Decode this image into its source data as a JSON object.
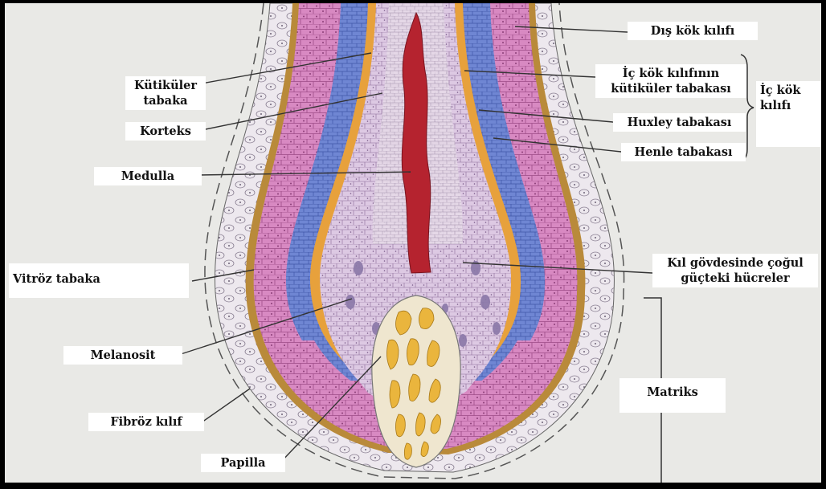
{
  "labels": {
    "dis_kok_kilifi": "Dış kök kılıfı",
    "ic_kok_kutikuler": [
      "İç kök kılıfının",
      "kütiküler tabakası"
    ],
    "ic_kok_kilifi": [
      "İç kök",
      "kılıfı"
    ],
    "huxley": "Huxley tabakası",
    "henle": "Henle tabakası",
    "kutikuler_tabaka": [
      "Kütiküler",
      "tabaka"
    ],
    "korteks": "Korteks",
    "medulla": "Medulla",
    "vitroz": "Vitröz tabaka",
    "kil_govdesi": [
      "Kıl gövdesinde çoğul",
      "güçteki hücreler"
    ],
    "melanosit": "Melanosit",
    "matriks": "Matriks",
    "fibroz": "Fibröz kılıf",
    "papilla": "Papilla"
  },
  "colors": {
    "background": "#e9e9e6",
    "outer_root_sheath": "#d889c2",
    "huxley_layer": "#6f86d3",
    "henle_layer": "#e7a13c",
    "vitreous_layer": "#b98a3a",
    "medulla": "#b5232f",
    "papilla_cells": "#eab53d",
    "matrix": "#ddc9e3",
    "line": "#444444"
  }
}
